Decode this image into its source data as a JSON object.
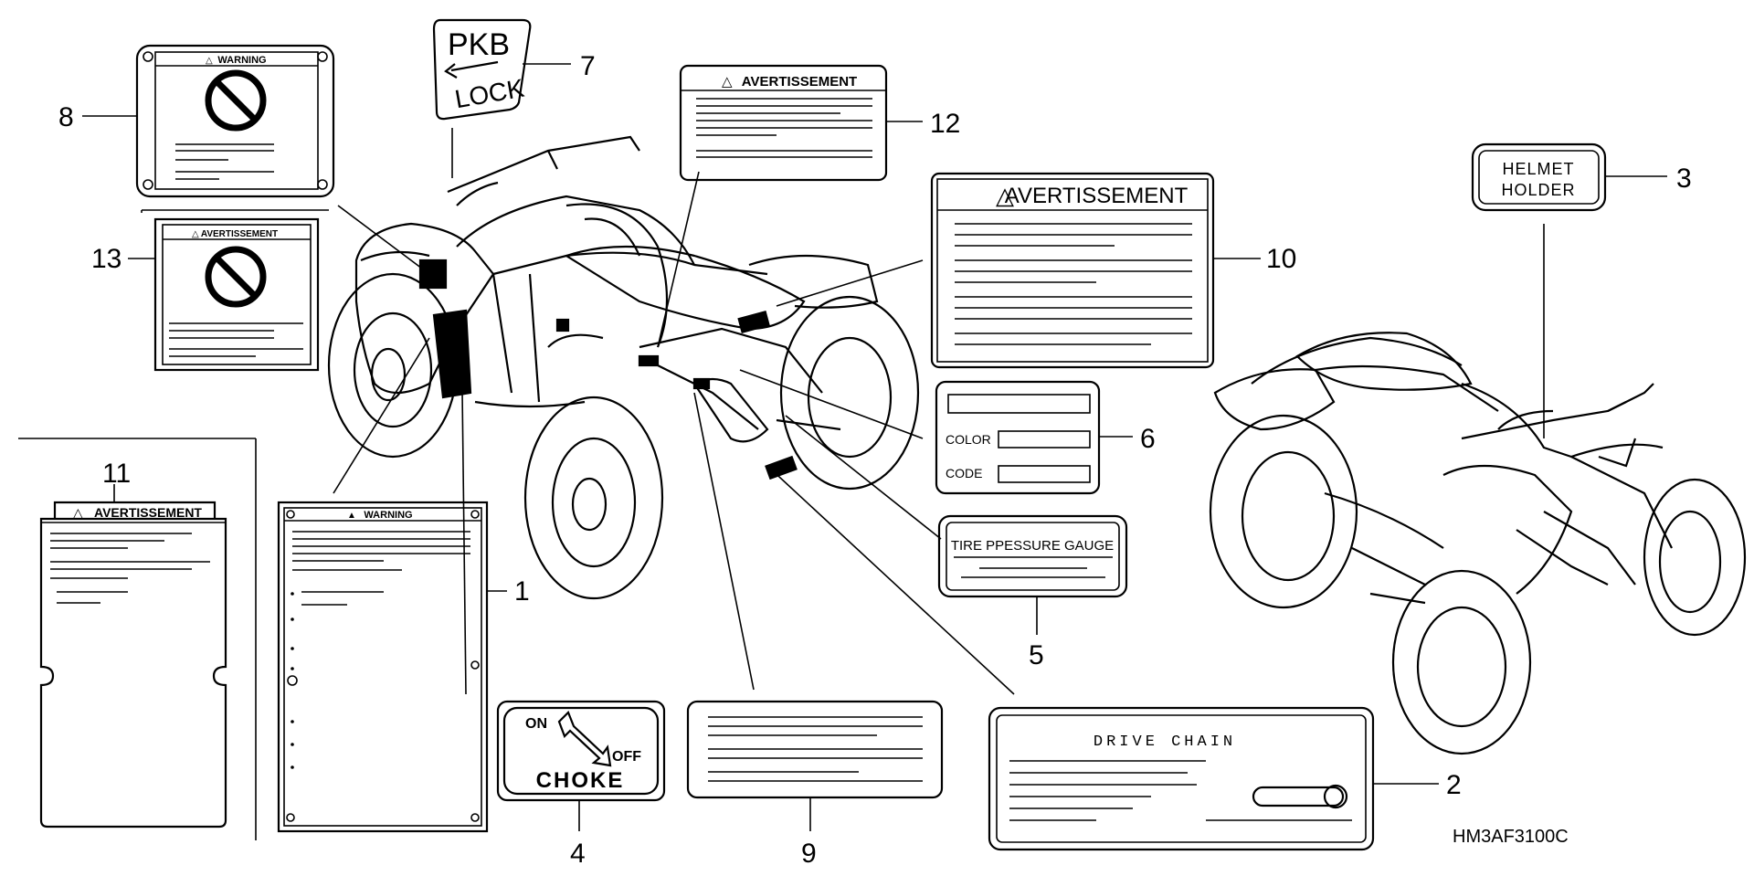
{
  "diagram_code": "HM3AF3100C",
  "callouts": [
    "1",
    "2",
    "3",
    "4",
    "5",
    "6",
    "7",
    "8",
    "9",
    "10",
    "11",
    "12",
    "13"
  ],
  "labels": {
    "l1_header": "WARNING",
    "l2_title": "DRIVE CHAIN",
    "l3_line1": "HELMET",
    "l3_line2": "HOLDER",
    "l4_on": "ON",
    "l4_off": "OFF",
    "l4_choke": "CHOKE",
    "l5_title": "TIRE PPESSURE GAUGE",
    "l6_color": "COLOR",
    "l6_code": "CODE",
    "l7_line1": "PKB",
    "l7_line2": "LOCK",
    "l8_header": "WARNING",
    "l10_header": "AVERTISSEMENT",
    "l11_header": "AVERTISSEMENT",
    "l12_header": "AVERTISSEMENT",
    "l13_header": "AVERTISSEMENT"
  },
  "icons": [
    "prohibition-icon",
    "warning-triangle-icon",
    "choke-arrow-icon",
    "parking-arrow-icon"
  ]
}
